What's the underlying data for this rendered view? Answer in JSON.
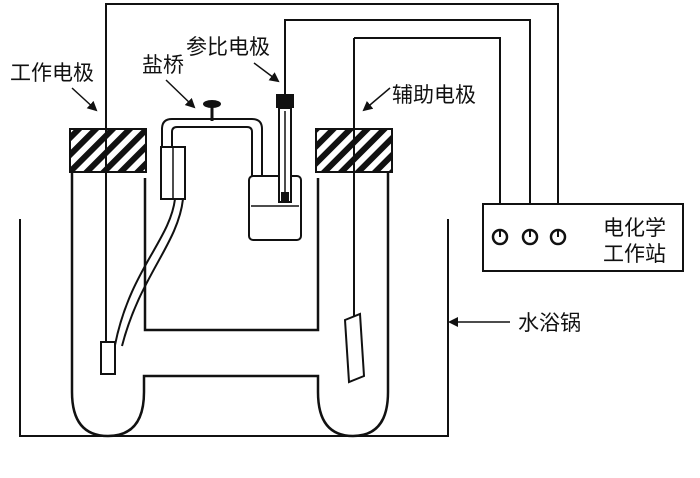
{
  "labels": {
    "working_electrode": "工作电极",
    "salt_bridge": "盐桥",
    "reference_electrode": "参比电极",
    "auxiliary_electrode": "辅助电极",
    "workstation_line1": "电化学",
    "workstation_line2": "工作站",
    "water_bath": "水浴锅"
  },
  "colors": {
    "line": "#111111",
    "background": "#ffffff",
    "hatch": "#111111"
  },
  "workstation": {
    "terminal_count": 3
  }
}
